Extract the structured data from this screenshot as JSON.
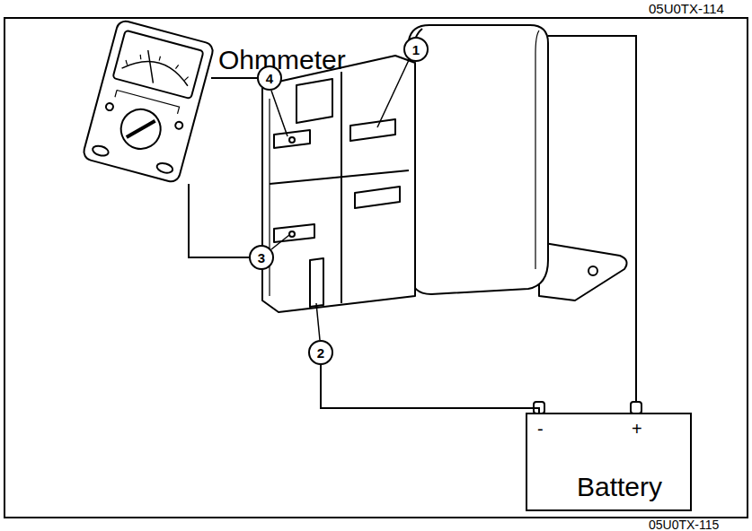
{
  "diagram": {
    "nodes": [
      {
        "text": [
          "Ohmmeter"
        ]
      },
      {
        "text": [
          "4"
        ]
      },
      {
        "text": [
          "1"
        ]
      },
      {
        "text": [
          "3"
        ]
      },
      {
        "text": [
          "2"
        ]
      },
      {
        "text": [
          "-",
          "+",
          "Battery"
        ]
      }
    ],
    "edges": [
      {
        "from": 0,
        "to": 1,
        "arrow": "none"
      },
      {
        "from": 0,
        "to": 3,
        "arrow": "none"
      },
      {
        "from": 4,
        "to": 5,
        "arrow": "none"
      }
    ],
    "labels": [
      "05U0TX-114",
      "05U0TX-115"
    ]
  }
}
